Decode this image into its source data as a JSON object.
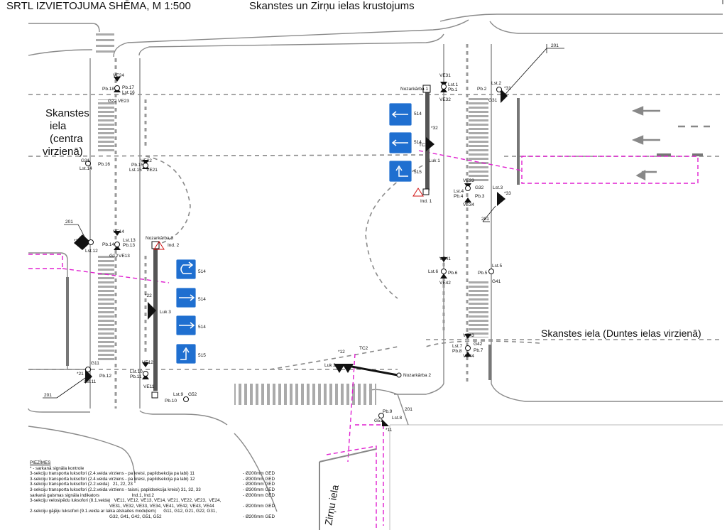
{
  "title": "SRTL IZVIETOJUMA SHĒMA, M 1:500",
  "subtitle": "Skanstes un Zirņu ielas krustojums",
  "streets": {
    "skanstes_left": [
      "Skanstes",
      "iela",
      "(centra",
      "virzienā)"
    ],
    "skanstes_right": "Skanstes iela (Duntes ielas virzienā)",
    "zirnu": "Zirņu iela"
  },
  "controllers": {
    "n1": "Nozarkārba 1",
    "n2": "Nozarkārba 2",
    "n3": "Nozarkārba 3",
    "ind1": "Ind. 1",
    "ind2": "Ind. 2",
    "tc1": "TC1",
    "tc2": "TC2",
    "luk1": "Luk 1",
    "luk2": "Luk 2",
    "luk3": "Luk 3"
  },
  "signal_labels": [
    {
      "id": "VE24",
      "t": "VE24"
    },
    {
      "id": "Pb18",
      "t": "Pb.18"
    },
    {
      "id": "Pb17",
      "t": "Pb.17"
    },
    {
      "id": "Lst16",
      "t": "Lst.16"
    },
    {
      "id": "G22",
      "t": "G22"
    },
    {
      "id": "VE23",
      "t": "VE23"
    },
    {
      "id": "G21",
      "t": "G21"
    },
    {
      "id": "Lst14",
      "t": "Lst.14"
    },
    {
      "id": "Pb16",
      "t": "Pb.16"
    },
    {
      "id": "VE22",
      "t": "VE22"
    },
    {
      "id": "Pb15",
      "t": "Pb.15"
    },
    {
      "id": "Lst15",
      "t": "Lst.15"
    },
    {
      "id": "VE21",
      "t": "VE21"
    },
    {
      "id": "VE14",
      "t": "VE14"
    },
    {
      "id": "Pb14",
      "t": "Pb.14"
    },
    {
      "id": "Lst13",
      "t": "Lst.13"
    },
    {
      "id": "Pb13",
      "t": "Pb.13"
    },
    {
      "id": "G12",
      "t": "G12"
    },
    {
      "id": "VE13",
      "t": "VE13"
    },
    {
      "id": "Lst12",
      "t": "Lst.12"
    },
    {
      "id": "s23",
      "t": "*23"
    },
    {
      "id": "s22",
      "t": "*22"
    },
    {
      "id": "G11",
      "t": "G11"
    },
    {
      "id": "Pb12",
      "t": "Pb.12"
    },
    {
      "id": "Lst11",
      "t": "Lst.11"
    },
    {
      "id": "s21",
      "t": "*21"
    },
    {
      "id": "VE12",
      "t": "VE12"
    },
    {
      "id": "Lst10",
      "t": "Lst.10"
    },
    {
      "id": "Pb11",
      "t": "Pb.11"
    },
    {
      "id": "VE11",
      "t": "VE11"
    },
    {
      "id": "Lst9",
      "t": "Lst.9"
    },
    {
      "id": "Pb10",
      "t": "Pb.10"
    },
    {
      "id": "G52",
      "t": "G52"
    },
    {
      "id": "VE31",
      "t": "VE31"
    },
    {
      "id": "Lst1",
      "t": "Lst.1"
    },
    {
      "id": "Pb1",
      "t": "Pb.1"
    },
    {
      "id": "VE32",
      "t": "VE32"
    },
    {
      "id": "Pb2",
      "t": "Pb.2"
    },
    {
      "id": "Lst2",
      "t": "Lst.2"
    },
    {
      "id": "s31",
      "t": "*31"
    },
    {
      "id": "G31",
      "t": "G31"
    },
    {
      "id": "s32",
      "t": "*32"
    },
    {
      "id": "Lst4",
      "t": "Lst.4"
    },
    {
      "id": "Pb4",
      "t": "Pb.4"
    },
    {
      "id": "G32",
      "t": "G32"
    },
    {
      "id": "Pb3",
      "t": "Pb.3"
    },
    {
      "id": "VE33",
      "t": "VE33"
    },
    {
      "id": "VE34",
      "t": "VE34"
    },
    {
      "id": "Lst3",
      "t": "Lst.3"
    },
    {
      "id": "s33",
      "t": "*33"
    },
    {
      "id": "VE41",
      "t": "VE41"
    },
    {
      "id": "Lst6",
      "t": "Lst.6"
    },
    {
      "id": "Pb6",
      "t": "Pb.6"
    },
    {
      "id": "VE42",
      "t": "VE42"
    },
    {
      "id": "Lst5",
      "t": "Lst.5"
    },
    {
      "id": "Pb5",
      "t": "Pb.5"
    },
    {
      "id": "G41",
      "t": "G41"
    },
    {
      "id": "VE43",
      "t": "VE43"
    },
    {
      "id": "Lst7",
      "t": "Lst.7"
    },
    {
      "id": "Pb8",
      "t": "Pb.8"
    },
    {
      "id": "G42",
      "t": "G42"
    },
    {
      "id": "Pb7",
      "t": "Pb.7"
    },
    {
      "id": "VE44",
      "t": "VE44"
    },
    {
      "id": "s12",
      "t": "*12"
    },
    {
      "id": "Pb9",
      "t": "Pb.9"
    },
    {
      "id": "G51",
      "t": "G51"
    },
    {
      "id": "Lst8",
      "t": "Lst.8"
    },
    {
      "id": "s11",
      "t": "*11"
    },
    {
      "id": "n201a",
      "t": "201"
    },
    {
      "id": "n201b",
      "t": "201"
    },
    {
      "id": "n201c",
      "t": "201"
    },
    {
      "id": "n201d",
      "t": "201"
    },
    {
      "id": "n201e",
      "t": "201"
    }
  ],
  "sign_codes": [
    "514",
    "514",
    "515",
    "514",
    "514",
    "514",
    "515"
  ],
  "notes": {
    "heading": "PIEZĪMES",
    "rows": [
      {
        "l": "* - sarkanā signāla kontrole",
        "r": ""
      },
      {
        "l": "3-sekciju transporta luksofori (2.4.veida virziens - pa kreisi, papildsekcija pa labi) 11",
        "r": "- Ø200mm GED"
      },
      {
        "l": "3-sekciju transporta luksofori (2.4.veida virziens - pa kreisi, papildsekcija pa labi) 12",
        "r": "- Ø300mm GED"
      },
      {
        "l": "3-sekciju transporta luksofori (2.2.veida)   21, 22, 23",
        "r": "- Ø300mm GED"
      },
      {
        "l": "3-sekciju transporta luksofori (2.2.veida virziens - taisni, papildsekcija kreisi) 31, 32, 33",
        "r": "- Ø300mm GED"
      },
      {
        "l": "sarkanā gaismas signāla indikators                          Ind.1, Ind.2",
        "r": "- Ø300mm GED"
      },
      {
        "l": "3-sekciju velosipēdu luksofori (8.1.veida)   VE11, VE12, VE13, VE14, VE21, VE22, VE23,  VE24,",
        "r": ""
      },
      {
        "l": "                                                                VE31, VE32, VE33, VE34, VE41, VE42, VE43, VE44",
        "r": "- Ø200mm GED"
      },
      {
        "l": "2-sekciju gājēju luksofori (9.1.veida ar laika atskaites moduļiem)      G11, G12, G21, G22, G31,",
        "r": ""
      },
      {
        "l": "                                                                G32, G41, G42, G51, G52",
        "r": "- Ø200mm GED"
      }
    ]
  },
  "colors": {
    "line": "#888888",
    "dark": "#111111",
    "magenta": "#e020d0",
    "sign": "#1f6fd0"
  }
}
